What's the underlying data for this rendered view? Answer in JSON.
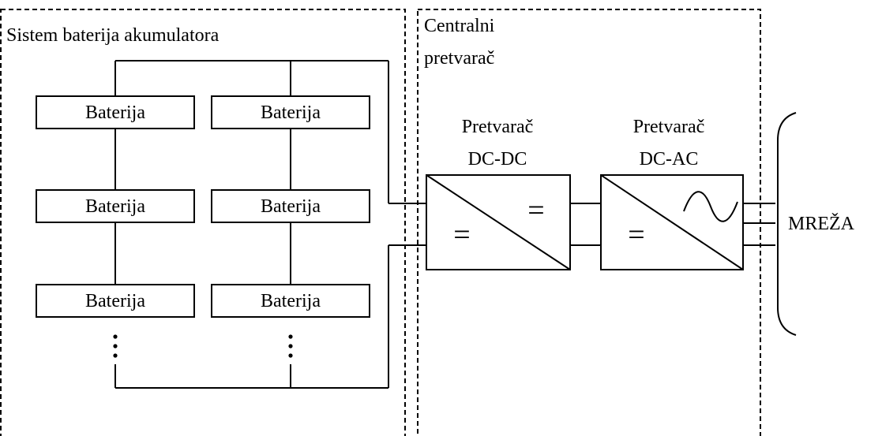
{
  "regions": {
    "battery_system_label": "Sistem baterija akumulatora",
    "central_converter_label_line1": "Centralni",
    "central_converter_label_line2": "pretvarač"
  },
  "batteries": {
    "left_column": [
      "Baterija",
      "Baterija",
      "Baterija"
    ],
    "right_column": [
      "Baterija",
      "Baterija",
      "Baterija"
    ]
  },
  "converters": {
    "dcdc_title": "Pretvarač",
    "dcdc_type": "DC-DC",
    "dcac_title": "Pretvarač",
    "dcac_type": "DC-AC",
    "dc_symbol": "="
  },
  "grid": {
    "label": "MREŽA"
  }
}
